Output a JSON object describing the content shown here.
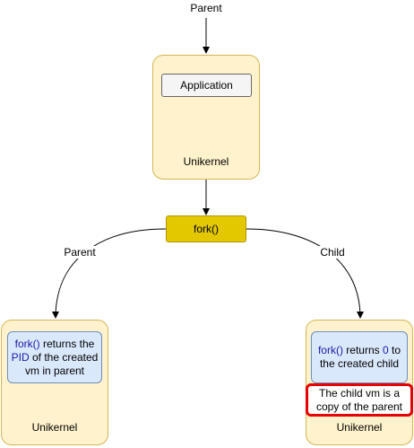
{
  "labels": {
    "parent_top": "Parent",
    "unikernel_top": "Unikernel",
    "application": "Application",
    "fork": "fork()",
    "edge_parent": "Parent",
    "edge_child": "Child",
    "unikernel_left": "Unikernel",
    "unikernel_right": "Unikernel"
  },
  "parent_note": {
    "call": "fork()",
    "t1": " returns the ",
    "pid": "PID",
    "t2": " of the created vm in parent"
  },
  "child_note": {
    "call": "fork()",
    "t1": " returns ",
    "zero": "0",
    "t2": " to the created child"
  },
  "child_copy": "The child vm is a copy of the parent",
  "colors": {
    "unikernel_fill": "#fff2cc",
    "unikernel_border": "#d6b656",
    "fork_fill": "#e3c800",
    "note_fill": "#dae8fc",
    "highlight_text": "#1a1aa6",
    "copy_border": "#e60000"
  }
}
